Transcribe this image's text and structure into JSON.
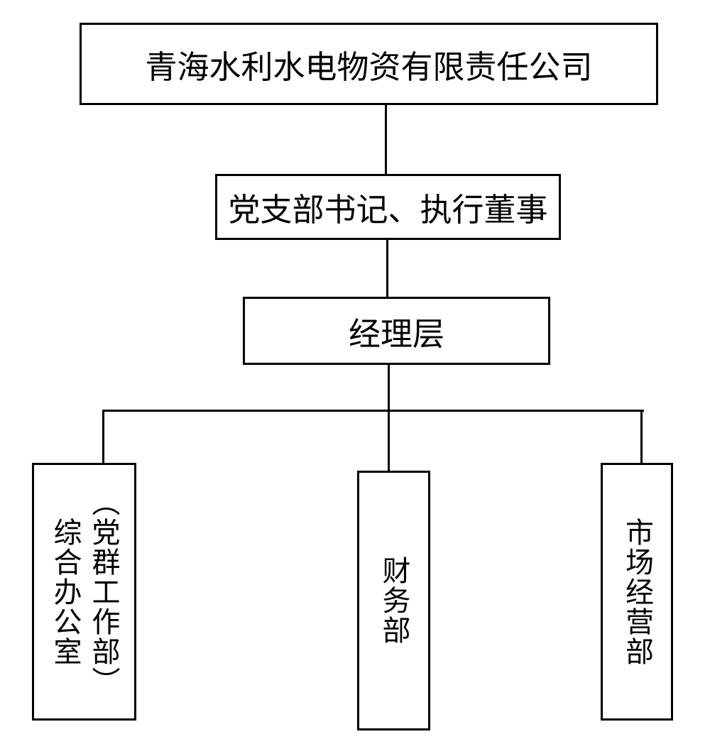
{
  "org_chart": {
    "levels": [
      {
        "id": "company",
        "label": "青海水利水电物资有限责任公司"
      },
      {
        "id": "secretary-director",
        "label": "党支部书记、执行董事"
      },
      {
        "id": "management",
        "label": "经理层"
      }
    ],
    "departments": [
      {
        "id": "general-office",
        "lines": [
          "综合办公室",
          "（党群工作部）"
        ]
      },
      {
        "id": "finance",
        "lines": [
          "财务部"
        ]
      },
      {
        "id": "market",
        "lines": [
          "市场经营部"
        ]
      }
    ],
    "colors": {
      "line": "#000000",
      "background": "#ffffff",
      "text": "#000000"
    }
  }
}
